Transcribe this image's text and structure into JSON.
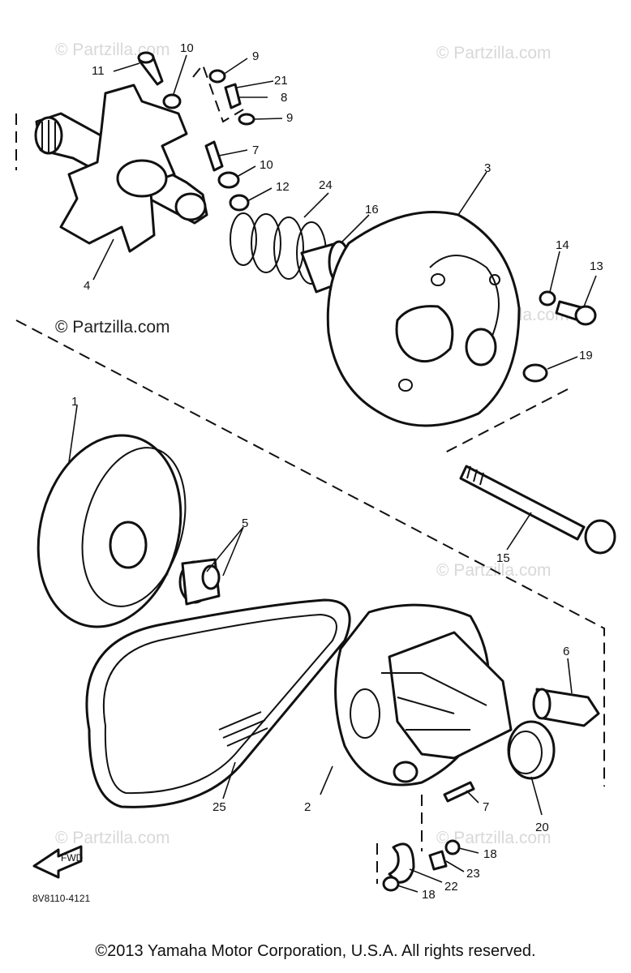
{
  "watermark": "© Partzilla.com",
  "watermark_main": "© Partzilla.com",
  "diagram_code": "8V8110-4121",
  "fwd_label": "FWD",
  "footer": "©2013 Yamaha Motor Corporation, U.S.A. All rights reserved.",
  "callouts": [
    "1",
    "2",
    "3",
    "4",
    "5",
    "6",
    "7",
    "7",
    "8",
    "9",
    "9",
    "10",
    "10",
    "11",
    "12",
    "13",
    "14",
    "15",
    "16",
    "18",
    "18",
    "19",
    "20",
    "21",
    "22",
    "23",
    "24",
    "25"
  ]
}
